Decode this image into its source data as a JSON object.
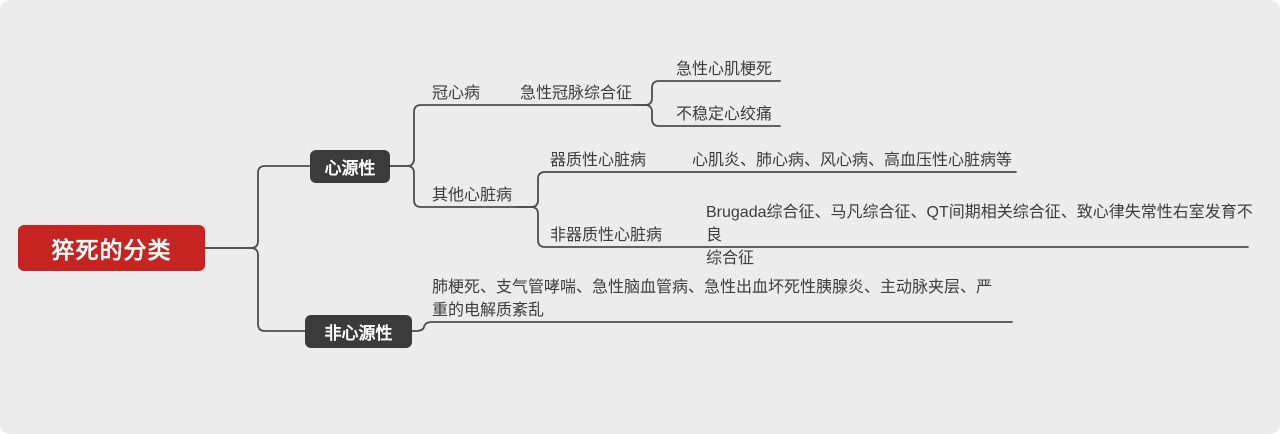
{
  "canvas": {
    "background": "#ececec",
    "line_color": "#4d4d4d"
  },
  "root": {
    "label": "猝死的分类",
    "bg": "#c62421",
    "text_color": "#ffffff"
  },
  "level1": {
    "cardiac": {
      "label": "心源性",
      "bg": "#3b3b3b"
    },
    "noncardiac": {
      "label": "非心源性",
      "bg": "#3b3b3b"
    }
  },
  "cardiac_children": {
    "coronary": {
      "label": "冠心病"
    },
    "acs": {
      "label": "急性冠脉综合征"
    },
    "ami": {
      "label": "急性心肌梗死"
    },
    "unstable_angina": {
      "label": "不稳定心绞痛"
    },
    "other_heart_disease": {
      "label": "其他心脏病"
    },
    "organic": {
      "label": "器质性心脏病"
    },
    "organic_examples": {
      "label": "心肌炎、肺心病、风心病、高血压性心脏病等"
    },
    "nonorganic": {
      "label": "非器质性心脏病"
    },
    "nonorganic_examples": {
      "label": "Brugada综合征、马凡综合征、QT间期相关综合征、致心律失常性右室发育不良综合征",
      "line1": "Brugada综合征、马凡综合征、QT间期相关综合征、致心律失常性右室发育不良",
      "line2": "综合征"
    }
  },
  "noncardiac_children": {
    "examples": {
      "label": "肺梗死、支气管哮喘、急性脑血管病、急性出血坏死性胰腺炎、主动脉夹层、严重的电解质紊乱",
      "line1": "肺梗死、支气管哮喘、急性脑血管病、急性出血坏死性胰腺炎、主动脉夹层、严",
      "line2": "重的电解质紊乱"
    }
  }
}
